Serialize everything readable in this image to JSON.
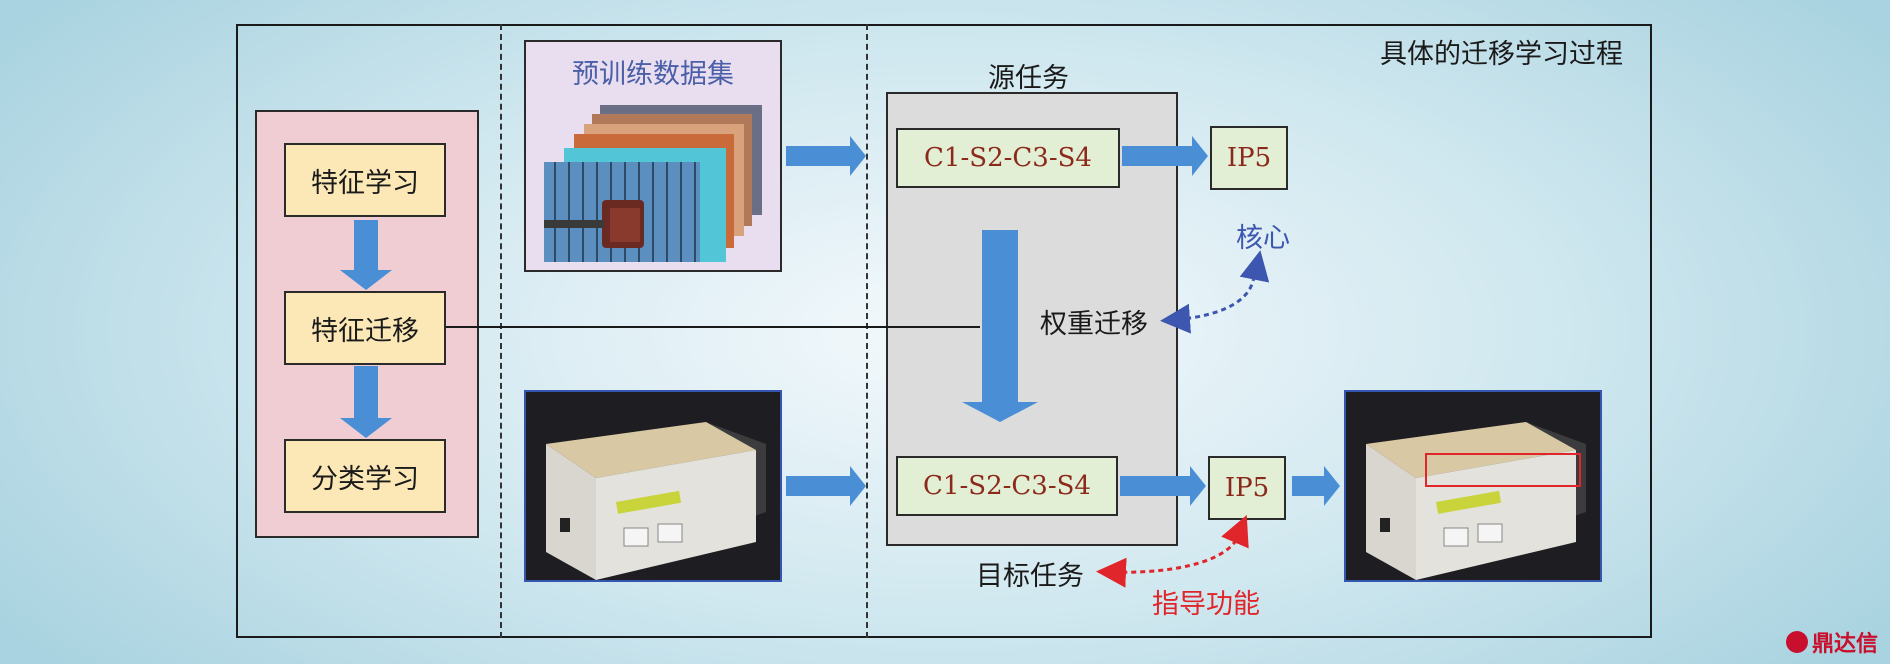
{
  "title": "具体的迁移学习过程",
  "left_steps": [
    "特征学习",
    "特征迁移",
    "分类学习"
  ],
  "pretrain_title": "预训练数据集",
  "source_task": "源任务",
  "target_task": "目标任务",
  "model_source": "C1-S2-C3-S4",
  "model_target": "C1-S2-C3-S4",
  "output_source": "IP5",
  "output_target": "IP5",
  "weight_transfer": "权重迁移",
  "core": "核心",
  "guidance": "指导功能",
  "watermark": "鼎达信",
  "colors": {
    "arrow_blue": "#4a8fd6",
    "core_blue": "#3d56b0",
    "guide_red": "#e0252b",
    "detection_box": "#e0252b"
  }
}
